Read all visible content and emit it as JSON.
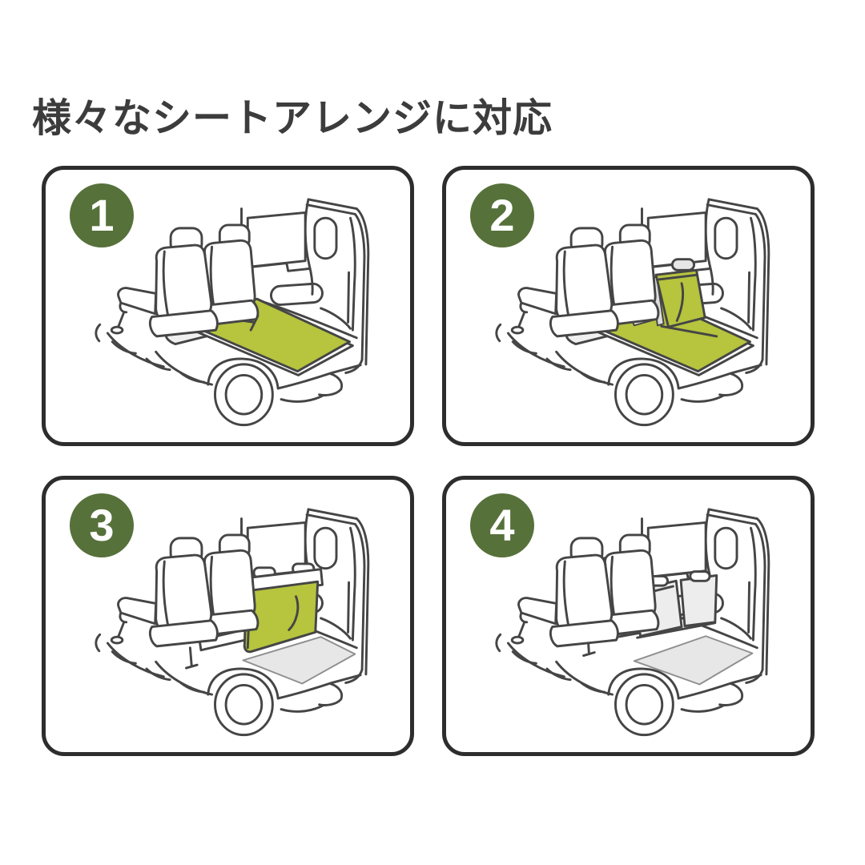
{
  "title": "様々なシートアレンジに対応",
  "colors": {
    "title_text": "#3c3c3c",
    "panel_border": "#2d2d2d",
    "badge_green": "#56713a",
    "cover_green": "#b6c43e",
    "line": "#454545",
    "light_gray": "#e7e7e7"
  },
  "panels": [
    {
      "number": "1",
      "illustration": "van-cover-flat-on-folded-seats"
    },
    {
      "number": "2",
      "illustration": "van-cover-over-upright-middle-seatback"
    },
    {
      "number": "3",
      "illustration": "van-cover-hanging-behind-rear-seatback"
    },
    {
      "number": "4",
      "illustration": "van-cover-on-rear-bench-backrest"
    }
  ]
}
